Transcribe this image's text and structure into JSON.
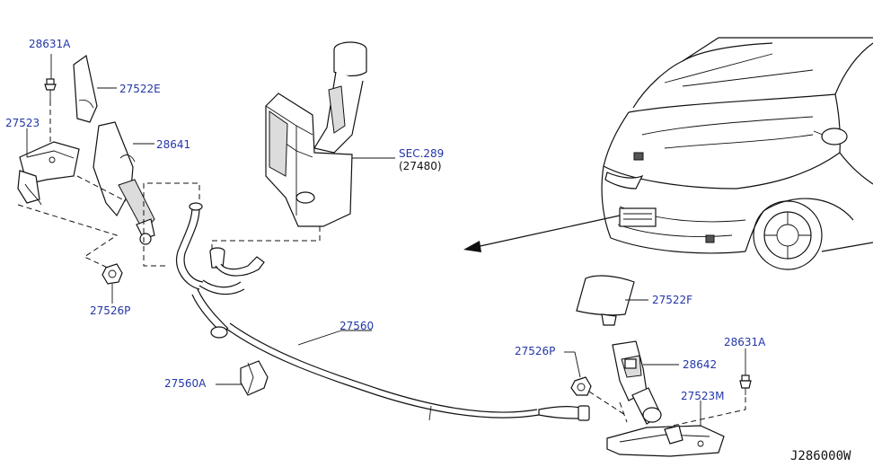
{
  "labels": {
    "p28631a_top": "28631A",
    "p27522e": "27522E",
    "p27523": "27523",
    "p28641": "28641",
    "p27526p_left": "27526P",
    "p27560": "27560",
    "p27560a": "27560A",
    "sec289": "SEC.289",
    "sec289_sub": "(27480)",
    "p27522f": "27522F",
    "p27526p_right": "27526P",
    "p28642": "28642",
    "p28631a_right": "28631A",
    "p27523m": "27523M"
  },
  "diagram_code": "J286000W",
  "colors": {
    "part_label": "#2236a8",
    "line": "#111111"
  }
}
